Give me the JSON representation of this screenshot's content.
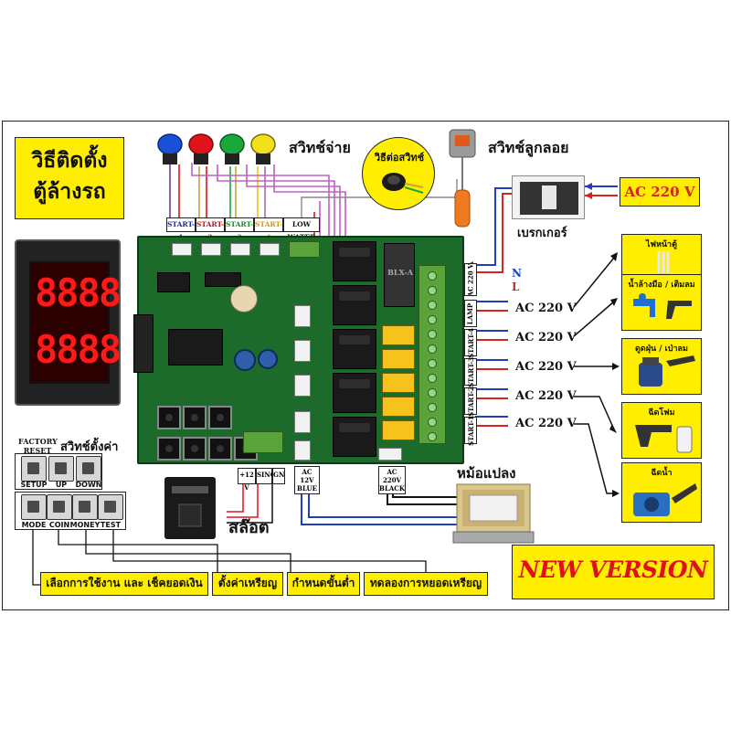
{
  "title": {
    "line1": "วิธีติดตั้ง",
    "line2": "ตู้ล้างรถ"
  },
  "display": {
    "digits": "8888"
  },
  "switch_heading": "สวิทช์จ่าย",
  "switch_colors": [
    "#1a4fd8",
    "#e0141a",
    "#1aa83a",
    "#f2e01a"
  ],
  "callout_label": "วิธีต่อสวิทช์",
  "float_switch_label": "สวิทช์ลูกลอย",
  "breaker_label": "เบรกเกอร์",
  "ac_input": "AC 220 V",
  "wire_labels": [
    "START-1",
    "START-2",
    "START-3",
    "START-4",
    "LOW WATER"
  ],
  "power_labels": {
    "n": "N",
    "l": "L"
  },
  "relay_labels": [
    "AC 220 V",
    "LAMP",
    "START-4",
    "START-3",
    "START-2",
    "START-1"
  ],
  "outputs": [
    "AC 220 V",
    "AC 220 V",
    "AC 220 V",
    "AC 220 V",
    "AC 220 V"
  ],
  "devices": [
    {
      "label": "ไฟหน้าตู้",
      "icon": "lamp-icon"
    },
    {
      "label": "น้ำล้างมือ / เติมลม",
      "icon": "faucet-air-gun-icon"
    },
    {
      "label": "ดูดฝุ่น / เป่าลม",
      "icon": "vacuum-icon"
    },
    {
      "label": "ฉีดโฟม",
      "icon": "foam-gun-icon"
    },
    {
      "label": "ฉีดน้ำ",
      "icon": "pressure-washer-icon"
    }
  ],
  "setup_panel": {
    "factory_reset": "FACTORY RESET",
    "heading": "สวิทช์ตั้งค่า",
    "buttons": [
      "SETUP",
      "UP",
      "DOWN"
    ]
  },
  "mode_panel": {
    "buttons": [
      "MODE",
      "COIN",
      "MONEY",
      "TEST"
    ]
  },
  "coin_labels": [
    "+12 V",
    "SING",
    "GN"
  ],
  "coin_slot_label": "สล๊อต",
  "pcb_labels": {
    "ac12": "AC 12V",
    "blue": "BLUE",
    "ac220": "AC 220V",
    "black": "BLACK",
    "relay_brand": "BLX-A"
  },
  "transformer_label": "หม้อแปลง",
  "descriptions": [
    "เลือกการใช้งาน และ เช็คยอดเงิน",
    "ตั้งค่าเหรียญ",
    "กำหนดขั้นต่ำ",
    "ทดลองการหยอดเหรียญ"
  ],
  "new_version": "NEW VERSION"
}
